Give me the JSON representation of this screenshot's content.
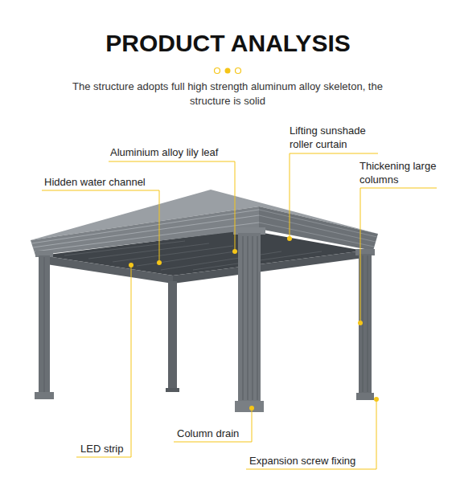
{
  "diagram": {
    "title": "PRODUCT ANALYSIS",
    "labels": [
      "The structure adopts full high strength aluminum alloy skeleton, the structure is solid",
      "Lifting sunshade roller curtain",
      "Aluminium alloy lily leaf",
      "Thickening large columns",
      "Hidden water channel",
      "LED strip",
      "Column drain",
      "Expansion screw fixing"
    ]
  }
}
